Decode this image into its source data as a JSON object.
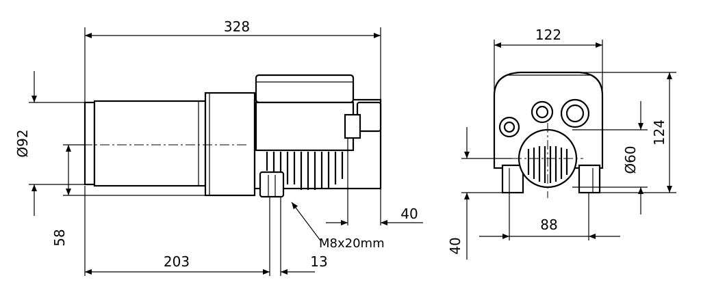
{
  "side_view": {
    "dim_overall_length": "328",
    "dim_body_diameter": "Ø92",
    "dim_axis_height": "58",
    "dim_mount_offset": "203",
    "dim_foot_width": "13",
    "dim_connector": "40",
    "note_bolt": "M8x20mm"
  },
  "front_view": {
    "dim_width": "122",
    "dim_height": "124",
    "dim_port_diameter": "Ø60",
    "dim_foot_span": "88",
    "dim_foot_height": "40"
  }
}
